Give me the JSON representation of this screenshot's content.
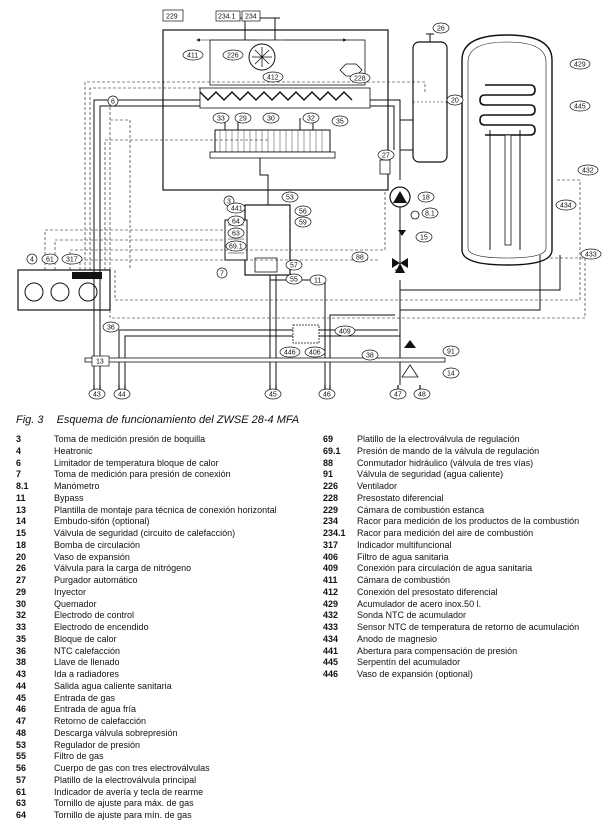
{
  "figure": {
    "number": "Fig. 3",
    "title": "Esquema de funcionamiento del ZWSE 28-4 MFA"
  },
  "diagram": {
    "labels": {
      "l229": "229",
      "l2341": "234.1",
      "l234": "234",
      "l26": "26",
      "l429": "429",
      "l411": "411",
      "l226": "226",
      "l412": "412",
      "l228": "228",
      "l35": "35",
      "l20": "20",
      "l445": "445",
      "l33": "33",
      "l29": "29",
      "l30": "30",
      "l32": "32",
      "l6": "6",
      "l27": "27",
      "l18": "18",
      "l432": "432",
      "l434": "434",
      "l81": "8.1",
      "l15": "15",
      "l433": "433",
      "l3": "3",
      "l53": "53",
      "l441": "441",
      "l56": "56",
      "l64": "64",
      "l59": "59",
      "l63": "63",
      "l691": "69.1",
      "l7": "7",
      "l57": "57",
      "l55": "55",
      "l4": "4",
      "l61": "61",
      "l317": "317",
      "l88": "88",
      "l11": "11",
      "l36": "36",
      "l409": "409",
      "l446": "446",
      "l406": "406",
      "l38": "38",
      "l91": "91",
      "l13": "13",
      "l14": "14",
      "l43": "43",
      "l44": "44",
      "l45": "45",
      "l46": "46",
      "l47": "47",
      "l48": "48"
    }
  },
  "legend": {
    "left": [
      {
        "num": "3",
        "text": "Toma de medición presión de boquilla"
      },
      {
        "num": "4",
        "text": "Heatronic"
      },
      {
        "num": "6",
        "text": "Limitador de temperatura bloque de calor"
      },
      {
        "num": "7",
        "text": "Toma de medición para presión de conexión"
      },
      {
        "num": "8.1",
        "text": "Manómetro"
      },
      {
        "num": "11",
        "text": "Bypass"
      },
      {
        "num": "13",
        "text": "Plantilla de montaje para técnica de conexión horizontal"
      },
      {
        "num": "14",
        "text": "Embudo-sifón (optional)"
      },
      {
        "num": "15",
        "text": "Válvula de seguridad (circuito de calefacción)"
      },
      {
        "num": "18",
        "text": "Bomba de circulación"
      },
      {
        "num": "20",
        "text": "Vaso de expansión"
      },
      {
        "num": "26",
        "text": "Válvula para la carga de nitrógeno"
      },
      {
        "num": "27",
        "text": "Purgador automático"
      },
      {
        "num": "29",
        "text": "Inyector"
      },
      {
        "num": "30",
        "text": "Quemador"
      },
      {
        "num": "32",
        "text": "Electrodo de control"
      },
      {
        "num": "33",
        "text": "Electrodo de encendido"
      },
      {
        "num": "35",
        "text": "Bloque de calor"
      },
      {
        "num": "36",
        "text": "NTC calefacción"
      },
      {
        "num": "38",
        "text": "Llave de llenado"
      },
      {
        "num": "43",
        "text": "Ida a radiadores"
      },
      {
        "num": "44",
        "text": "Salida agua caliente sanitaria"
      },
      {
        "num": "45",
        "text": "Entrada de gas"
      },
      {
        "num": "46",
        "text": "Entrada de agua fría"
      },
      {
        "num": "47",
        "text": "Retorno de calefacción"
      },
      {
        "num": "48",
        "text": "Descarga válvula sobrepresión"
      },
      {
        "num": "53",
        "text": "Regulador de presión"
      },
      {
        "num": "55",
        "text": "Filtro de gas"
      },
      {
        "num": "56",
        "text": "Cuerpo de gas con tres electroválvulas"
      },
      {
        "num": "57",
        "text": "Platillo de la electroválvula principal"
      },
      {
        "num": "61",
        "text": "Indicador de avería y tecla de rearme"
      },
      {
        "num": "63",
        "text": "Tornillo de ajuste para máx. de gas"
      },
      {
        "num": "64",
        "text": "Tornillo de ajuste para mín. de gas"
      }
    ],
    "right": [
      {
        "num": "69",
        "text": "Platillo de la electroválvula de regulación"
      },
      {
        "num": "69.1",
        "text": "Presión de mando de la válvula de regulación"
      },
      {
        "num": "88",
        "text": "Conmutador hidráulico (válvula de tres vías)"
      },
      {
        "num": "91",
        "text": "Válvula de seguridad (agua caliente)"
      },
      {
        "num": "226",
        "text": "Ventilador"
      },
      {
        "num": "228",
        "text": "Presostato diferencial"
      },
      {
        "num": "229",
        "text": "Cámara de combustión estanca"
      },
      {
        "num": "234",
        "text": "Racor para medición de los productos de la combustión"
      },
      {
        "num": "234.1",
        "text": "Racor para medición del aire de combustión"
      },
      {
        "num": "317",
        "text": "Indicador multifuncional"
      },
      {
        "num": "406",
        "text": "Filtro de agua sanitaria"
      },
      {
        "num": "409",
        "text": "Conexión para circulación de agua sanitaria"
      },
      {
        "num": "411",
        "text": "Cámara de combustión"
      },
      {
        "num": "412",
        "text": "Conexión del presostato diferencial"
      },
      {
        "num": "429",
        "text": "Acumulador de acero inox.50 l."
      },
      {
        "num": "432",
        "text": "Sonda NTC de acumulador"
      },
      {
        "num": "433",
        "text": "Sensor NTC de temperatura de retorno de acumulación"
      },
      {
        "num": "434",
        "text": "Anodo de magnesio"
      },
      {
        "num": "441",
        "text": "Abertura para compensación de presión"
      },
      {
        "num": "445",
        "text": "Serpentín del acumulador"
      },
      {
        "num": "446",
        "text": "Vaso de expansión (optional)"
      }
    ]
  }
}
